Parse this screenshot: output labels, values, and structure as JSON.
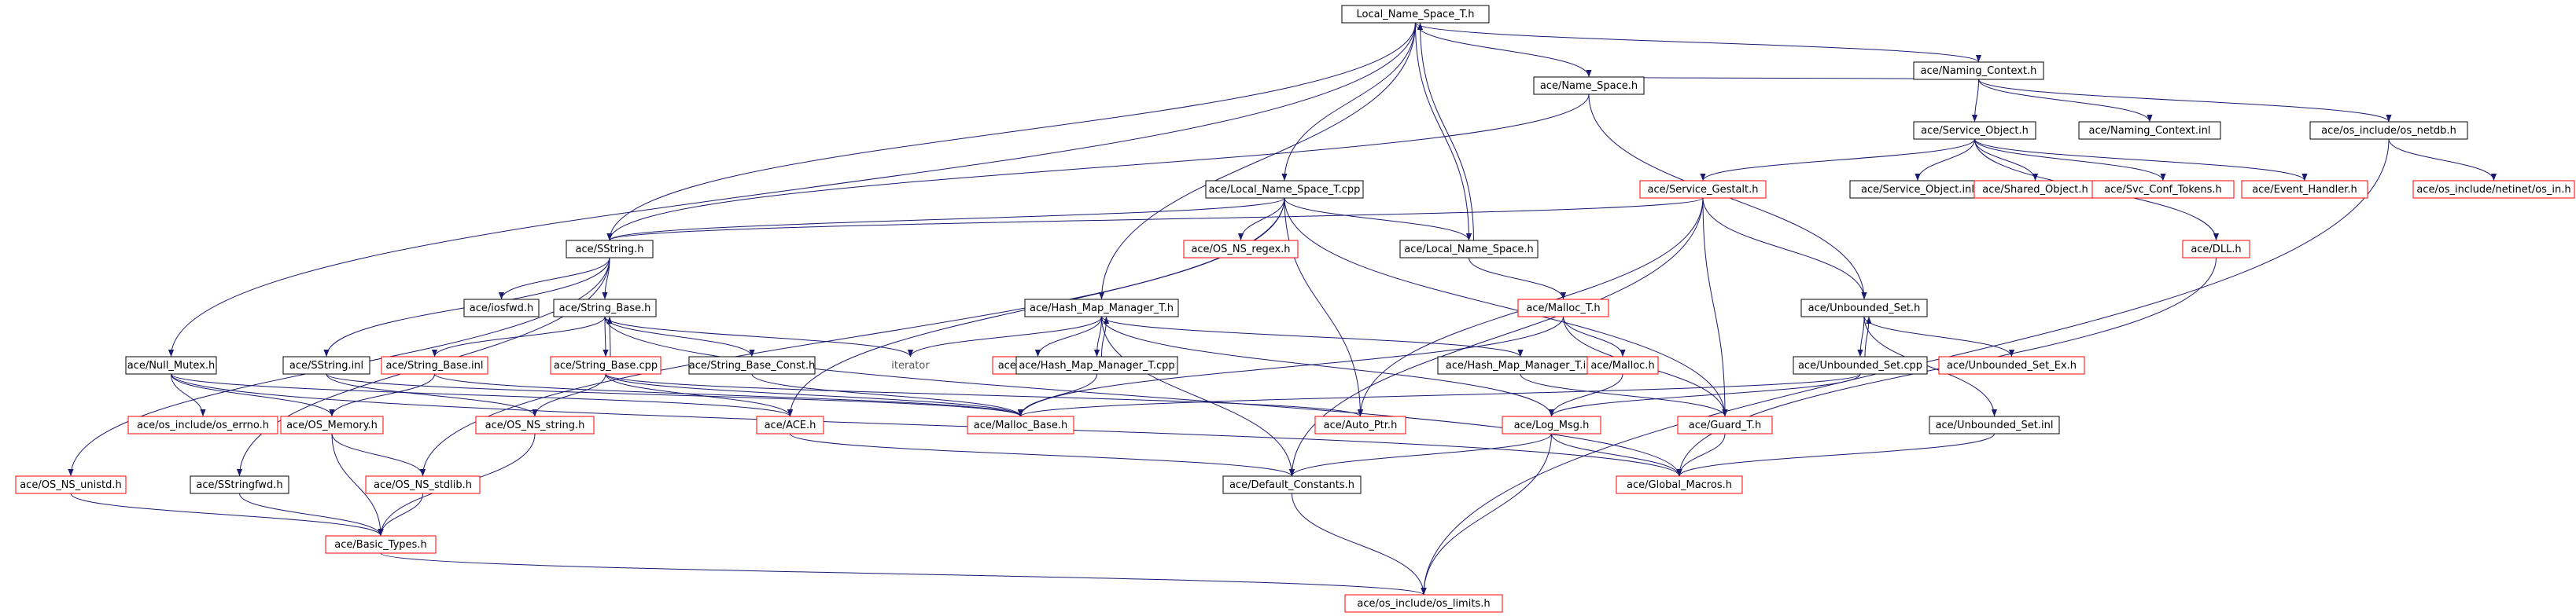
{
  "colors": {
    "normal_border": "#000000",
    "missing_border": "#ff0000",
    "root_fill": "#bfbfbf",
    "edge": "#1a1a6e",
    "plain_text_node": "#555555"
  },
  "nodes": [
    {
      "id": "root",
      "label": "Local_Name_Space_T.h",
      "kind": "root"
    },
    {
      "id": "naming_context_h",
      "label": "ace/Naming_Context.h",
      "kind": "normal"
    },
    {
      "id": "name_space_h",
      "label": "ace/Name_Space.h",
      "kind": "normal"
    },
    {
      "id": "service_object_h",
      "label": "ace/Service_Object.h",
      "kind": "normal"
    },
    {
      "id": "naming_context_inl",
      "label": "ace/Naming_Context.inl",
      "kind": "normal"
    },
    {
      "id": "os_netdb_h",
      "label": "ace/os_include/os_netdb.h",
      "kind": "normal"
    },
    {
      "id": "local_name_space_t_cpp",
      "label": "ace/Local_Name_Space_T.cpp",
      "kind": "normal"
    },
    {
      "id": "service_gestalt_h",
      "label": "ace/Service_Gestalt.h",
      "kind": "missing"
    },
    {
      "id": "service_object_inl",
      "label": "ace/Service_Object.inl",
      "kind": "normal"
    },
    {
      "id": "shared_object_h",
      "label": "ace/Shared_Object.h",
      "kind": "missing"
    },
    {
      "id": "svc_conf_tokens_h",
      "label": "ace/Svc_Conf_Tokens.h",
      "kind": "missing"
    },
    {
      "id": "event_handler_h",
      "label": "ace/Event_Handler.h",
      "kind": "missing"
    },
    {
      "id": "os_in_h",
      "label": "ace/os_include/netinet/os_in.h",
      "kind": "missing"
    },
    {
      "id": "sstring_h",
      "label": "ace/SString.h",
      "kind": "normal"
    },
    {
      "id": "os_ns_regex_h",
      "label": "ace/OS_NS_regex.h",
      "kind": "missing"
    },
    {
      "id": "local_name_space_h",
      "label": "ace/Local_Name_Space.h",
      "kind": "normal"
    },
    {
      "id": "dll_h",
      "label": "ace/DLL.h",
      "kind": "missing"
    },
    {
      "id": "iosfwd_h",
      "label": "ace/iosfwd.h",
      "kind": "normal"
    },
    {
      "id": "string_base_h",
      "label": "ace/String_Base.h",
      "kind": "normal"
    },
    {
      "id": "hash_map_manager_t_h",
      "label": "ace/Hash_Map_Manager_T.h",
      "kind": "normal"
    },
    {
      "id": "malloc_t_h",
      "label": "ace/Malloc_T.h",
      "kind": "missing"
    },
    {
      "id": "unbounded_set_h",
      "label": "ace/Unbounded_Set.h",
      "kind": "normal"
    },
    {
      "id": "null_mutex_h",
      "label": "ace/Null_Mutex.h",
      "kind": "normal"
    },
    {
      "id": "sstring_inl",
      "label": "ace/SString.inl",
      "kind": "normal"
    },
    {
      "id": "string_base_inl",
      "label": "ace/String_Base.inl",
      "kind": "missing"
    },
    {
      "id": "string_base_cpp",
      "label": "ace/String_Base.cpp",
      "kind": "missing"
    },
    {
      "id": "string_base_const_h",
      "label": "ace/String_Base_Const.h",
      "kind": "normal"
    },
    {
      "id": "iterator",
      "label": "iterator",
      "kind": "plain"
    },
    {
      "id": "functor_t_h",
      "label": "ace/Functor_T.h",
      "kind": "missing"
    },
    {
      "id": "hash_map_manager_t_cpp",
      "label": "ace/Hash_Map_Manager_T.cpp",
      "kind": "normal"
    },
    {
      "id": "hash_map_manager_t_inl",
      "label": "ace/Hash_Map_Manager_T.inl",
      "kind": "normal"
    },
    {
      "id": "malloc_h",
      "label": "ace/Malloc.h",
      "kind": "missing"
    },
    {
      "id": "unbounded_set_cpp",
      "label": "ace/Unbounded_Set.cpp",
      "kind": "normal"
    },
    {
      "id": "unbounded_set_ex_h",
      "label": "ace/Unbounded_Set_Ex.h",
      "kind": "missing"
    },
    {
      "id": "os_errno_h",
      "label": "ace/os_include/os_errno.h",
      "kind": "missing"
    },
    {
      "id": "os_memory_h",
      "label": "ace/OS_Memory.h",
      "kind": "missing"
    },
    {
      "id": "os_ns_string_h",
      "label": "ace/OS_NS_string.h",
      "kind": "missing"
    },
    {
      "id": "ace_h",
      "label": "ace/ACE.h",
      "kind": "missing"
    },
    {
      "id": "malloc_base_h",
      "label": "ace/Malloc_Base.h",
      "kind": "missing"
    },
    {
      "id": "auto_ptr_h",
      "label": "ace/Auto_Ptr.h",
      "kind": "missing"
    },
    {
      "id": "log_msg_h",
      "label": "ace/Log_Msg.h",
      "kind": "missing"
    },
    {
      "id": "guard_t_h",
      "label": "ace/Guard_T.h",
      "kind": "missing"
    },
    {
      "id": "unbounded_set_inl",
      "label": "ace/Unbounded_Set.inl",
      "kind": "normal"
    },
    {
      "id": "os_ns_unistd_h",
      "label": "ace/OS_NS_unistd.h",
      "kind": "missing"
    },
    {
      "id": "sstringfwd_h",
      "label": "ace/SStringfwd.h",
      "kind": "normal"
    },
    {
      "id": "os_ns_stdlib_h",
      "label": "ace/OS_NS_stdlib.h",
      "kind": "missing"
    },
    {
      "id": "default_constants_h",
      "label": "ace/Default_Constants.h",
      "kind": "normal"
    },
    {
      "id": "global_macros_h",
      "label": "ace/Global_Macros.h",
      "kind": "missing"
    },
    {
      "id": "basic_types_h",
      "label": "ace/Basic_Types.h",
      "kind": "missing"
    },
    {
      "id": "os_limits_h",
      "label": "ace/os_include/os_limits.h",
      "kind": "missing"
    }
  ]
}
